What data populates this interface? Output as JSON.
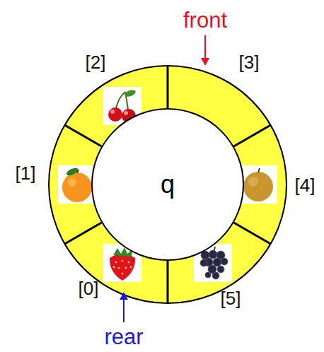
{
  "diagram": {
    "nodes": [
      {
        "text": [
          "q"
        ]
      }
    ],
    "labels": [
      "front",
      "[2]",
      "[3]",
      "[1]",
      "[4]",
      "[0]",
      "[5]",
      "rear"
    ]
  }
}
